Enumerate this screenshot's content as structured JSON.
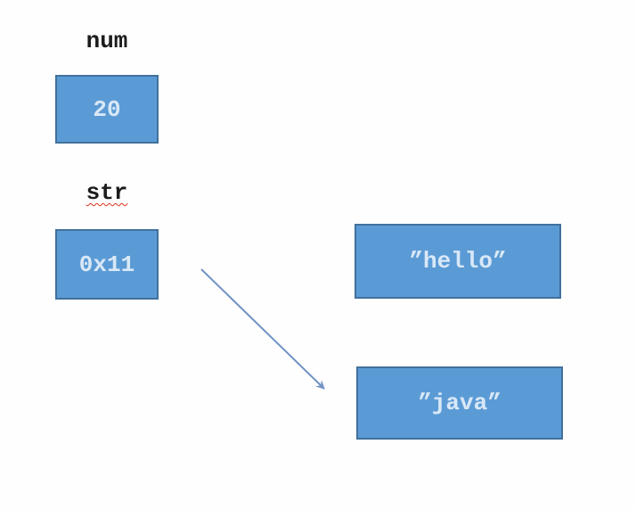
{
  "diagram": {
    "title": "variable reference diagram",
    "variables": [
      {
        "label": "num",
        "value": "20",
        "spellcheck_underline": false
      },
      {
        "label": "str",
        "value": "0x11",
        "spellcheck_underline": true
      }
    ],
    "heap_objects": [
      {
        "value": "”hello”"
      },
      {
        "value": "”java”"
      }
    ],
    "arrow": {
      "from": "str-value-box",
      "to": "heap-string-java-box"
    },
    "colors": {
      "background": "#fefefe",
      "box_fill": "#5b9bd5",
      "box_border": "#41719c",
      "box_text": "#d9e8f7",
      "label_text": "#1c1c1c",
      "squiggle": "#e0301e",
      "arrow": "#7193c4"
    }
  }
}
